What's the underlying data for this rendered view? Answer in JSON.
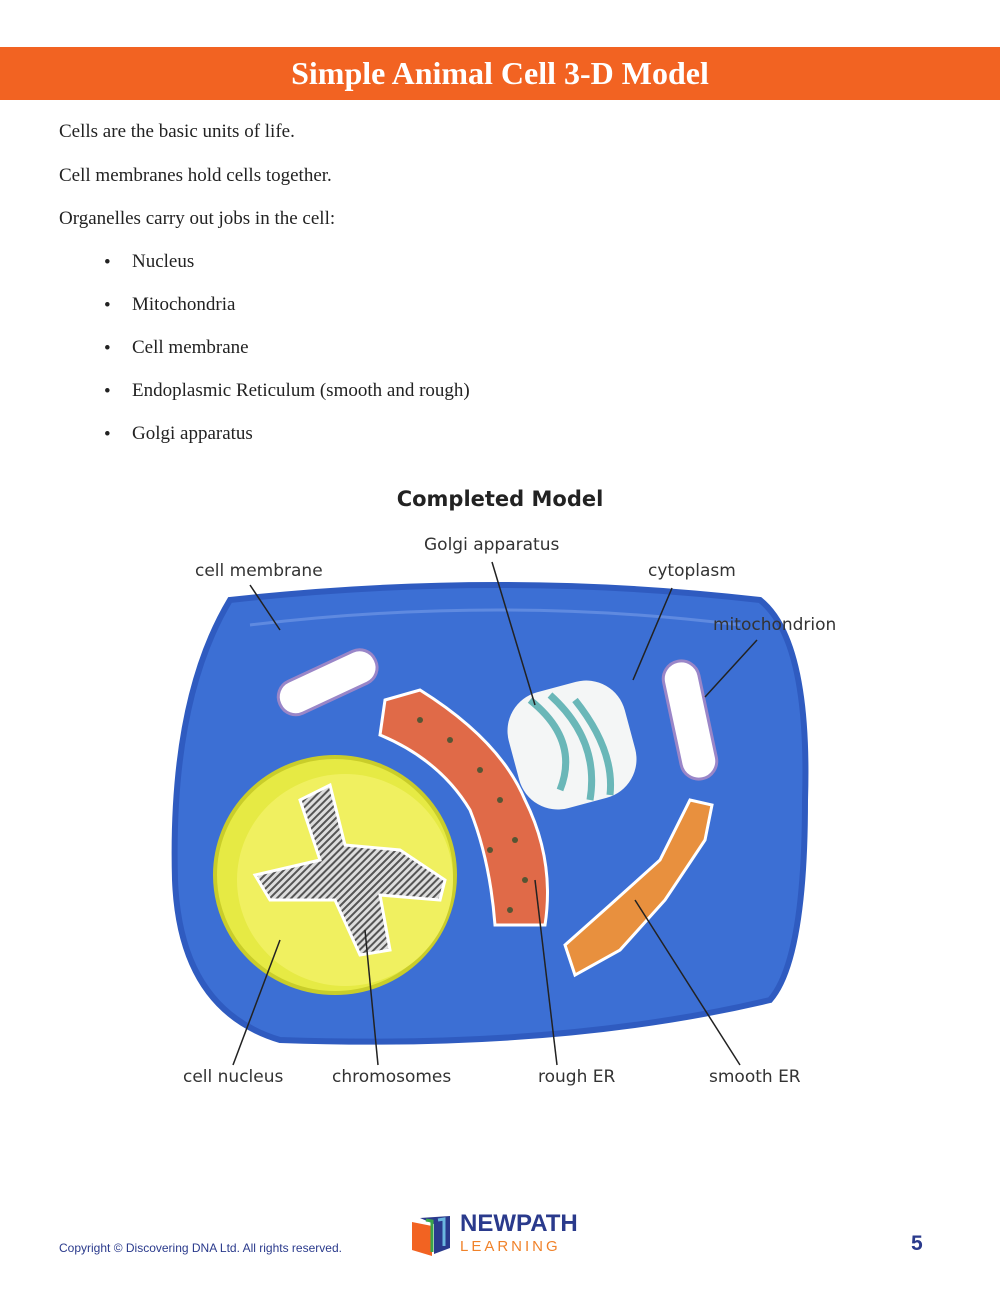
{
  "header": {
    "title": "Simple Animal Cell 3-D Model"
  },
  "intro": [
    "Cells are the basic units of life.",
    "Cell membranes hold cells together.",
    "Organelles carry out jobs in the cell:"
  ],
  "bullets": [
    "Nucleus",
    "Mitochondria",
    "Cell membrane",
    "Endoplasmic Reticulum (smooth and rough)",
    "Golgi apparatus"
  ],
  "figure": {
    "title": "Completed Model",
    "labels": {
      "golgi": "Golgi apparatus",
      "membrane": "cell membrane",
      "cytoplasm": "cytoplasm",
      "mitochondrion": "mitochondrion",
      "nucleus": "cell nucleus",
      "chromosomes": "chromosomes",
      "rough_er": "rough ER",
      "smooth_er": "smooth ER"
    }
  },
  "footer": {
    "copyright": "Copyright © Discovering DNA Ltd. All rights reserved.",
    "logo_line1": "NEWPATH",
    "logo_line2": "LEARNING",
    "page_number": "5"
  },
  "colors": {
    "header": "#f26322",
    "cell": "#3c6fd4",
    "nucleus": "#e6ea44",
    "brand": "#2a3a8c"
  }
}
